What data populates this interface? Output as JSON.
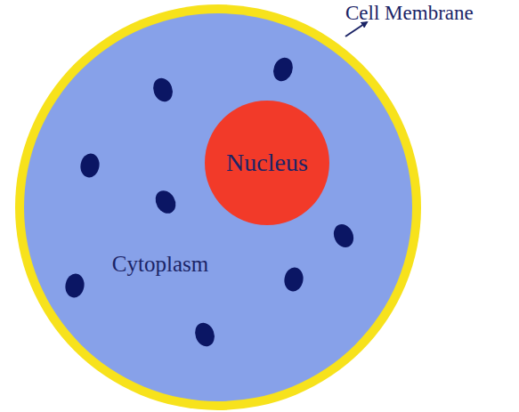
{
  "diagram": {
    "nodes": [
      {
        "text": [
          "Cytoplasm"
        ]
      },
      {
        "text": [
          "Nucleus"
        ],
        "in": 0
      }
    ],
    "labels": [
      "Cell Membrane"
    ]
  }
}
